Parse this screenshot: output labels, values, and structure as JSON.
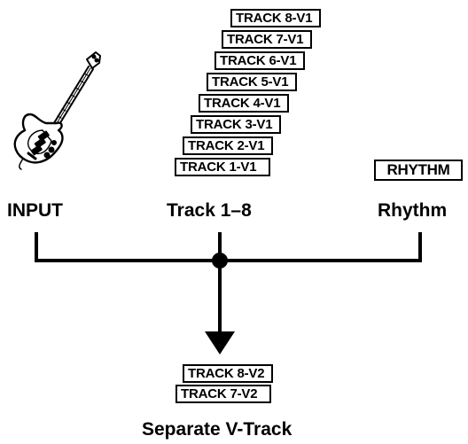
{
  "sources": {
    "input_label": "INPUT",
    "tracks_label": "Track 1–8",
    "rhythm_label": "Rhythm",
    "rhythm_box": "RHYTHM"
  },
  "tracks": [
    "TRACK 8-V1",
    "TRACK 7-V1",
    "TRACK 6-V1",
    "TRACK 5-V1",
    "TRACK 4-V1",
    "TRACK 3-V1",
    "TRACK 2-V1",
    "TRACK 1-V1"
  ],
  "destination": {
    "tracks": [
      "TRACK 8-V2",
      "TRACK 7-V2"
    ],
    "label": "Separate V-Track"
  },
  "icons": {
    "input": "electric-guitar-icon"
  },
  "colors": {
    "ink": "#000000",
    "background": "#ffffff"
  }
}
